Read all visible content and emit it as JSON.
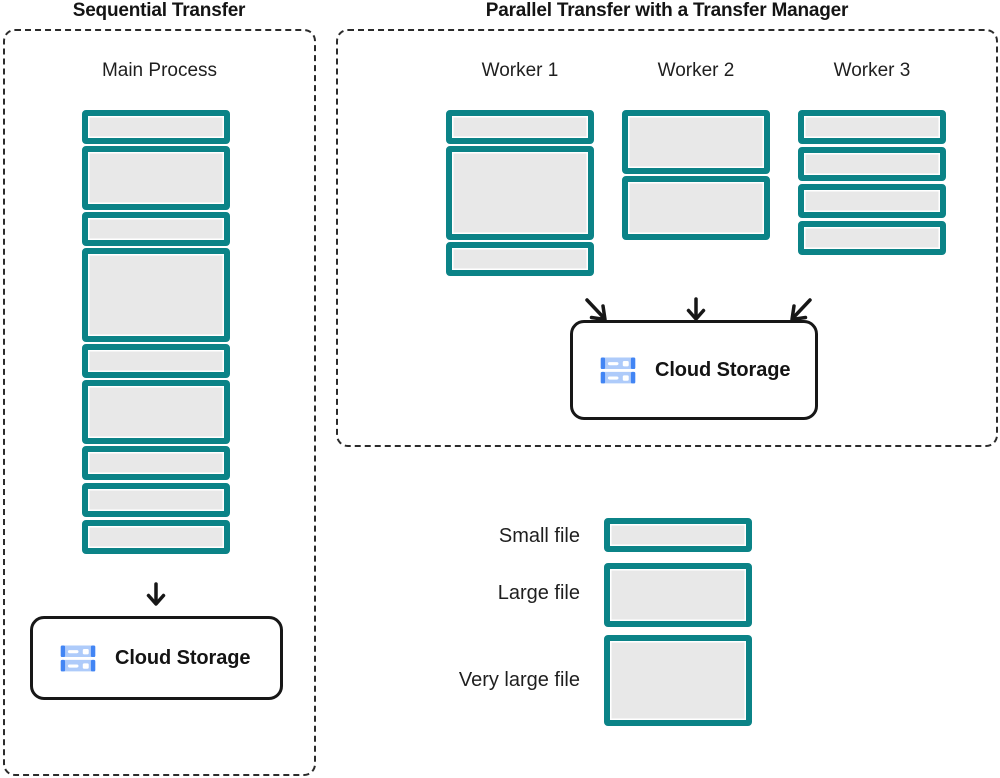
{
  "panels": {
    "left": {
      "title": "Sequential Transfer",
      "process_label": "Main Process",
      "blocks": [
        {
          "size": "small"
        },
        {
          "size": "large"
        },
        {
          "size": "small"
        },
        {
          "size": "very-large"
        },
        {
          "size": "small"
        },
        {
          "size": "large"
        },
        {
          "size": "small"
        },
        {
          "size": "small"
        },
        {
          "size": "small"
        }
      ],
      "storage": {
        "label": "Cloud Storage",
        "icon": "cloud-storage-icon"
      }
    },
    "right": {
      "title": "Parallel Transfer with a Transfer Manager",
      "workers": [
        {
          "label": "Worker 1",
          "blocks": [
            {
              "size": "small"
            },
            {
              "size": "very-large"
            },
            {
              "size": "small"
            }
          ]
        },
        {
          "label": "Worker 2",
          "blocks": [
            {
              "size": "large"
            },
            {
              "size": "large"
            }
          ]
        },
        {
          "label": "Worker 3",
          "blocks": [
            {
              "size": "small"
            },
            {
              "size": "small"
            },
            {
              "size": "small"
            },
            {
              "size": "small"
            }
          ]
        }
      ],
      "storage": {
        "label": "Cloud Storage",
        "icon": "cloud-storage-icon"
      }
    }
  },
  "legend": {
    "items": [
      {
        "label": "Small file",
        "size": "small"
      },
      {
        "label": "Large file",
        "size": "large"
      },
      {
        "label": "Very large file",
        "size": "very-large"
      }
    ]
  },
  "colors": {
    "file_border": "#0b8387",
    "file_fill": "#e8e8e8",
    "panel_border": "#2b2b2b",
    "storage_border": "#171717",
    "icon_blue": "#669df6",
    "icon_blue_dark": "#4285f4",
    "text": "#1f1f1f"
  }
}
